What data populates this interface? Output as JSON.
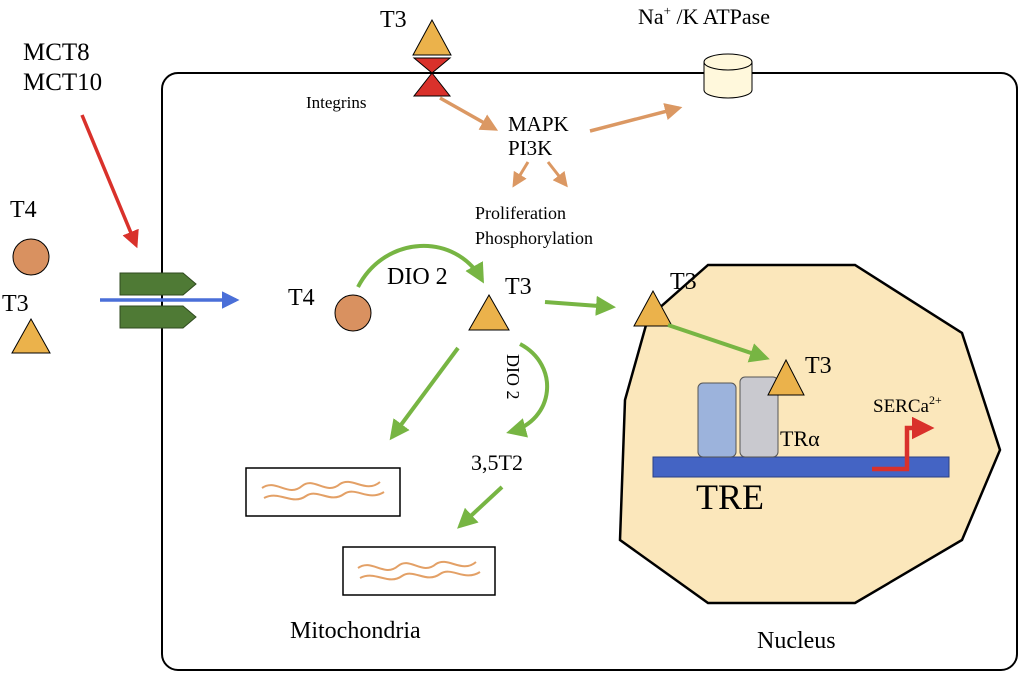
{
  "labels": {
    "t3_top": "T3",
    "na_k": "Na",
    "na_k_sup": "+",
    "na_k_rest": " /K  ATPase",
    "transporter_1": "MCT8",
    "transporter_2": "MCT10",
    "integrins": "Integrins",
    "mapk": "MAPK",
    "pi3k": "PI3K",
    "proliferation": "Proliferation",
    "phosphorylation": "Phosphorylation",
    "t4_outside": "T4",
    "t3_outside": "T3",
    "t4_inside": "T4",
    "dio2_top": "DIO 2",
    "t3_center": "T3",
    "t3_right": "T3",
    "dio2_vertical": "DIO 2",
    "t3_nucleus": "T3",
    "serca": "SERCa",
    "serca_sup": "2+",
    "tra": "TRα",
    "t35": "3,5T2",
    "tre": "TRE",
    "mitochondria": "Mitochondria",
    "nucleus": "Nucleus"
  },
  "colors": {
    "green_arrow": "#77b543",
    "orange_arrow": "#db9863",
    "red": "#d9312b",
    "blue": "#4a6fd8",
    "t4_fill": "#d99160",
    "t3_fill": "#ebb24b",
    "nucleus_fill": "#fbe7bb",
    "receptor_blue": "#9cb3dc",
    "receptor_gray": "#c9c9cf",
    "dna_bar": "#4464c4",
    "transporter_green": "#4f7a35"
  }
}
